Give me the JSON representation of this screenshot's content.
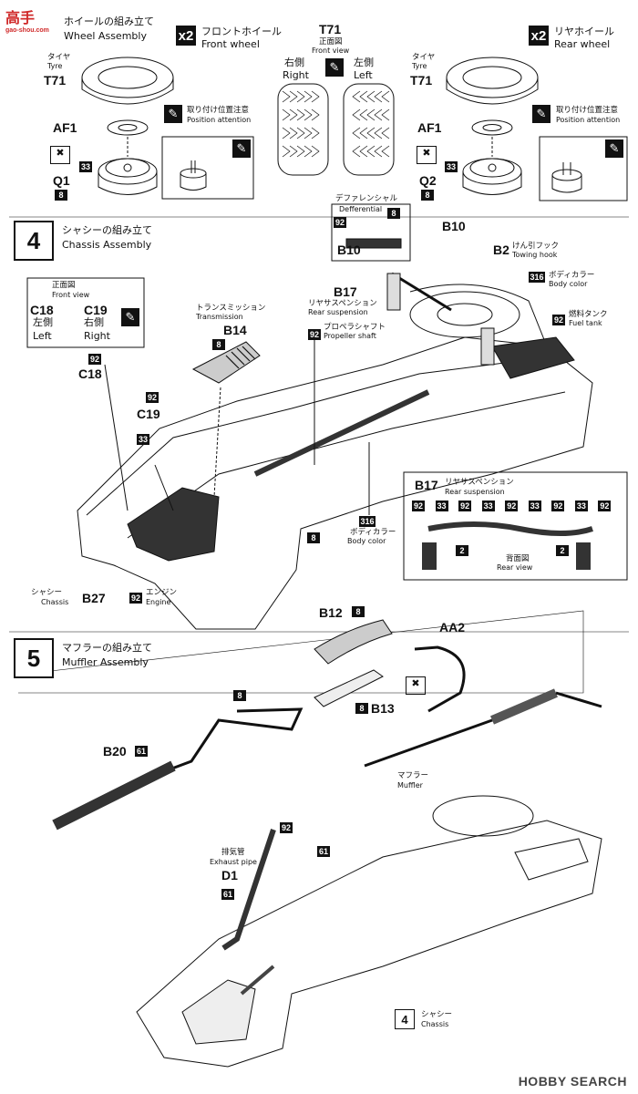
{
  "watermark": {
    "logo_text": "高手",
    "logo_sub": "gao-shou.com"
  },
  "footer": {
    "brand": "HOBBY SEARCH"
  },
  "step3": {
    "title_jp": "ホイールの組み立て",
    "title_en": "Wheel Assembly",
    "front": {
      "qty": "x2",
      "label_jp": "フロントホイール",
      "label_en": "Front wheel"
    },
    "rear": {
      "qty": "x2",
      "label_jp": "リヤホイール",
      "label_en": "Rear wheel"
    },
    "tyre_jp": "タイヤ",
    "tyre_en": "Tyre",
    "tyre_part": "T71",
    "center": {
      "part": "T71",
      "view_jp": "正面図",
      "view_en": "Front view",
      "right_jp": "右側",
      "right_en": "Right",
      "left_jp": "左側",
      "left_en": "Left"
    },
    "attn_jp": "取り付け位置注意",
    "attn_en": "Position attention",
    "af1": "AF1",
    "q1": "Q1",
    "q2": "Q2",
    "c33": "33",
    "c8": "8"
  },
  "step4": {
    "number": "4",
    "title_jp": "シャシーの組み立て",
    "title_en": "Chassis Assembly",
    "diff": {
      "jp": "デファレンシャル",
      "en": "Defferential",
      "part": "B10",
      "c92": "92",
      "c8": "8"
    },
    "b10": "B10",
    "b2": {
      "part": "B2",
      "jp": "けん引フック",
      "en": "Towing hook"
    },
    "body_color": {
      "code": "316",
      "jp": "ボディカラー",
      "en": "Body color"
    },
    "fuel": {
      "code": "92",
      "jp": "燃料タンク",
      "en": "Fuel tank"
    },
    "b17": {
      "part": "B17",
      "jp": "リヤサスペンション",
      "en": "Rear suspension"
    },
    "prop": {
      "code": "92",
      "jp": "プロペラシャフト",
      "en": "Propeller shaft"
    },
    "trans": {
      "jp": "トランスミッション",
      "en": "Transmission",
      "part": "B14",
      "code": "8"
    },
    "front_view": {
      "jp": "正面図",
      "en": "Front view",
      "c18": "C18",
      "c19": "C19",
      "left_jp": "左側",
      "left_en": "Left",
      "right_jp": "右側",
      "right_en": "Right"
    },
    "c18": {
      "part": "C18",
      "code": "92"
    },
    "c19": {
      "part": "C19",
      "code": "92"
    },
    "code33": "33",
    "code8": "8",
    "body316": {
      "code": "316",
      "jp": "ボディカラー",
      "en": "Body color"
    },
    "chassis": {
      "jp": "シャシー",
      "en": "Chassis",
      "part": "B27"
    },
    "engine": {
      "code": "92",
      "jp": "エンジン",
      "en": "Engine"
    },
    "rear_susp_box": {
      "part": "B17",
      "jp": "リヤサスペンション",
      "en": "Rear suspension",
      "codes": [
        "92",
        "33",
        "92",
        "33",
        "92",
        "33",
        "92",
        "33",
        "92"
      ],
      "c2": "2",
      "view_jp": "背面図",
      "view_en": "Rear view"
    }
  },
  "step5": {
    "number": "5",
    "title_jp": "マフラーの組み立て",
    "title_en": "Muffler Assembly",
    "b12": {
      "part": "B12",
      "code": "8"
    },
    "b13": {
      "part": "B13",
      "code": "8"
    },
    "aa2": "AA2",
    "pipe_code": "8",
    "b20": {
      "part": "B20",
      "code": "61"
    },
    "muffler": {
      "jp": "マフラー",
      "en": "Muffler"
    },
    "exhaust": {
      "jp": "排気管",
      "en": "Exhaust pipe",
      "part": "D1",
      "code": "61",
      "c92": "92",
      "c61b": "61"
    },
    "chassis_ref": {
      "step": "4",
      "jp": "シャシー",
      "en": "Chassis"
    }
  }
}
